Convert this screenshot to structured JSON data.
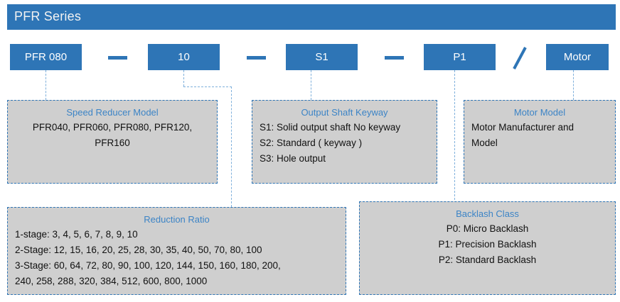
{
  "header": {
    "title": "PFR Series",
    "bar_color": "#2E75B6"
  },
  "colors": {
    "accent_blue": "#2E75B6",
    "title_blue": "#3C84C6",
    "connector_blue": "#7FB0DC",
    "box_gray": "#CFCFCF",
    "header_text": "#F2F2F2"
  },
  "code_tokens": [
    {
      "label": "PFR 080"
    },
    {
      "label": "10"
    },
    {
      "label": "S1"
    },
    {
      "label": "P1"
    },
    {
      "label": "Motor"
    }
  ],
  "separators": [
    {
      "glyph": "dash"
    },
    {
      "glyph": "dash"
    },
    {
      "glyph": "dash"
    },
    {
      "glyph": "slash"
    }
  ],
  "descriptions": {
    "speed_reducer_model": {
      "title": "Speed Reducer Model",
      "lines": [
        "PFR040, PFR060, PFR080, PFR120,",
        "PFR160"
      ]
    },
    "output_shaft_keyway": {
      "title": "Output Shaft Keyway",
      "lines": [
        "S1: Solid output shaft No keyway",
        "S2: Standard ( keyway )",
        "S3: Hole output"
      ]
    },
    "motor_model": {
      "title": "Motor Model",
      "lines": [
        "Motor Manufacturer and",
        "Model"
      ]
    },
    "reduction_ratio": {
      "title": "Reduction Ratio",
      "lines": [
        "1-stage: 3, 4, 5, 6, 7, 8, 9, 10",
        "2-Stage: 12, 15, 16, 20, 25, 28, 30, 35, 40, 50, 70, 80, 100",
        "3-Stage: 60, 64, 72, 80, 90, 100, 120, 144, 150, 160, 180, 200,",
        "240, 258, 288, 320, 384, 512, 600, 800, 1000"
      ]
    },
    "backlash_class": {
      "title": "Backlash Class",
      "lines": [
        "P0: Micro Backlash",
        "P1: Precision Backlash",
        "P2: Standard Backlash"
      ]
    }
  }
}
